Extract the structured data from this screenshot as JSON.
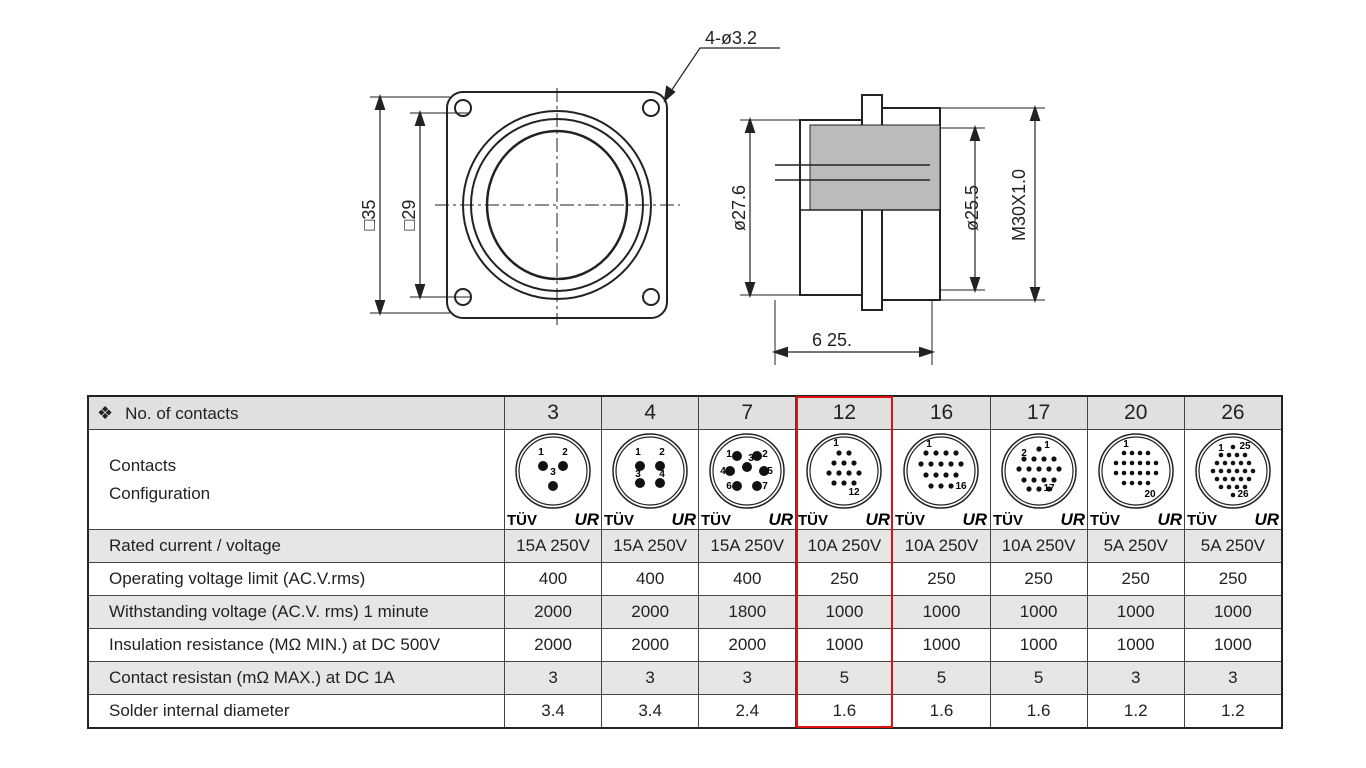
{
  "drawing": {
    "hole_label": "4-ø3.2",
    "outer_square": "□35",
    "inner_square": "□29",
    "dia_27": "ø27.6",
    "dia_25": "ø25.5",
    "thread": "M30X1.0",
    "length": "6 25."
  },
  "table": {
    "header_label": "No. of contacts",
    "contacts": [
      "3",
      "4",
      "7",
      "12",
      "16",
      "17",
      "20",
      "26"
    ],
    "highlighted": "12",
    "config_label_1": "Contacts",
    "config_label_2": "Configuration",
    "cert_left": "TÜV",
    "cert_right": "UR",
    "pin_labels": [
      [
        "1",
        "2",
        "3"
      ],
      [
        "1",
        "2",
        "3",
        "4"
      ],
      [
        "1",
        "2",
        "3",
        "4",
        "5",
        "6",
        "7"
      ],
      [
        "1",
        "12"
      ],
      [
        "1",
        "16"
      ],
      [
        "1",
        "2",
        "17"
      ],
      [
        "1",
        "20"
      ],
      [
        "1",
        "25",
        "26"
      ]
    ],
    "rows": [
      {
        "label": "Rated current / voltage",
        "values": [
          "15A 250V",
          "15A 250V",
          "15A 250V",
          "10A 250V",
          "10A 250V",
          "10A 250V",
          "5A 250V",
          "5A 250V"
        ]
      },
      {
        "label": "Operating voltage limit (AC.V.rms)",
        "values": [
          "400",
          "400",
          "400",
          "250",
          "250",
          "250",
          "250",
          "250"
        ]
      },
      {
        "label": "Withstanding voltage (AC.V. rms) 1 minute",
        "values": [
          "2000",
          "2000",
          "1800",
          "1000",
          "1000",
          "1000",
          "1000",
          "1000"
        ]
      },
      {
        "label": "Insulation resistance (MΩ MIN.) at DC 500V",
        "values": [
          "2000",
          "2000",
          "2000",
          "1000",
          "1000",
          "1000",
          "1000",
          "1000"
        ]
      },
      {
        "label": "Contact resistan (mΩ MAX.) at DC 1A",
        "values": [
          "3",
          "3",
          "3",
          "5",
          "5",
          "5",
          "3",
          "3"
        ]
      },
      {
        "label": "Solder internal diameter",
        "values": [
          "3.4",
          "3.4",
          "2.4",
          "1.6",
          "1.6",
          "1.6",
          "1.2",
          "1.2"
        ]
      }
    ]
  }
}
